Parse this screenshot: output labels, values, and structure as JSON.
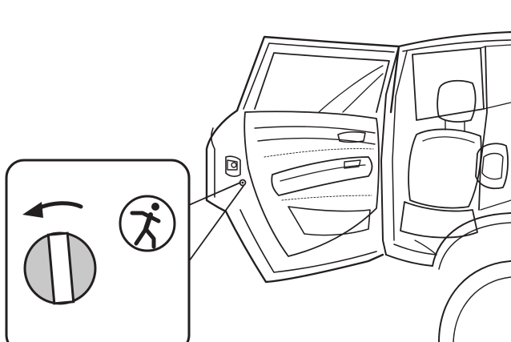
{
  "illustration": {
    "subject": "car-rear-door-open",
    "inset": {
      "arrow": "curved-arrow-left",
      "lock_knob": "child-safety-lock-knob",
      "symbol": "child-lock-pictogram"
    }
  },
  "colors": {
    "line": "#231f20",
    "background": "#ffffff",
    "knob_fill": "#c8c8c8"
  }
}
